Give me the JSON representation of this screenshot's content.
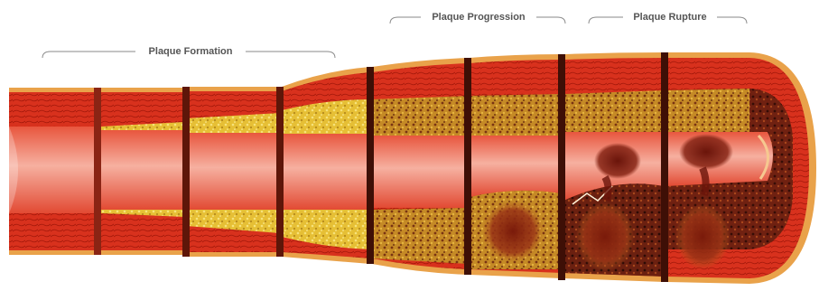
{
  "labels": {
    "formation": "Plaque Formation",
    "progression": "Plaque Progression",
    "rupture": "Plaque Rupture"
  },
  "colors": {
    "background": "#ffffff",
    "vessel_wall": "#d9331f",
    "adventitia": "#e9a24a",
    "lumen": "#f07a66",
    "lumen_highlight": "#f6b0a0",
    "plaque_fatty": "#e7c233",
    "plaque_core": "#7a2412",
    "thrombus": "#8c2a1a",
    "label_text": "#555555",
    "bracket": "#8a8a8a"
  },
  "stages": [
    {
      "name": "formation",
      "segments": 4
    },
    {
      "name": "progression",
      "segments": 2
    },
    {
      "name": "rupture",
      "segments": 2
    }
  ]
}
